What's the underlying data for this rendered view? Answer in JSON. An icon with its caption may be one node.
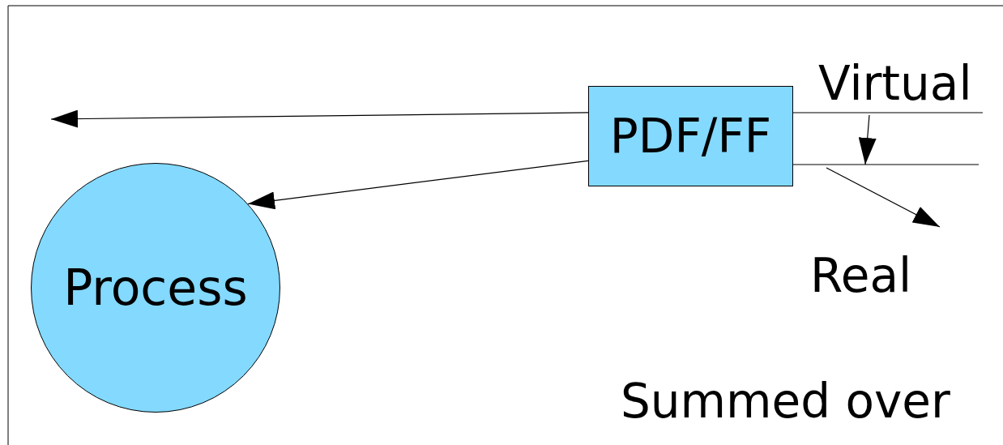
{
  "diagram": {
    "nodes": [
      {
        "text": [
          "PDF/FF"
        ]
      },
      {
        "text": [
          "Process"
        ]
      }
    ],
    "edges": [
      {
        "from": 0,
        "to": null,
        "arrow": "to"
      },
      {
        "from": 0,
        "to": 1,
        "arrow": "to"
      },
      {
        "from": 0,
        "to": null,
        "arrow": "none"
      },
      {
        "from": 0,
        "to": null,
        "arrow": "none"
      }
    ],
    "labels": [
      "Virtual",
      "Real",
      "Summed over"
    ]
  }
}
